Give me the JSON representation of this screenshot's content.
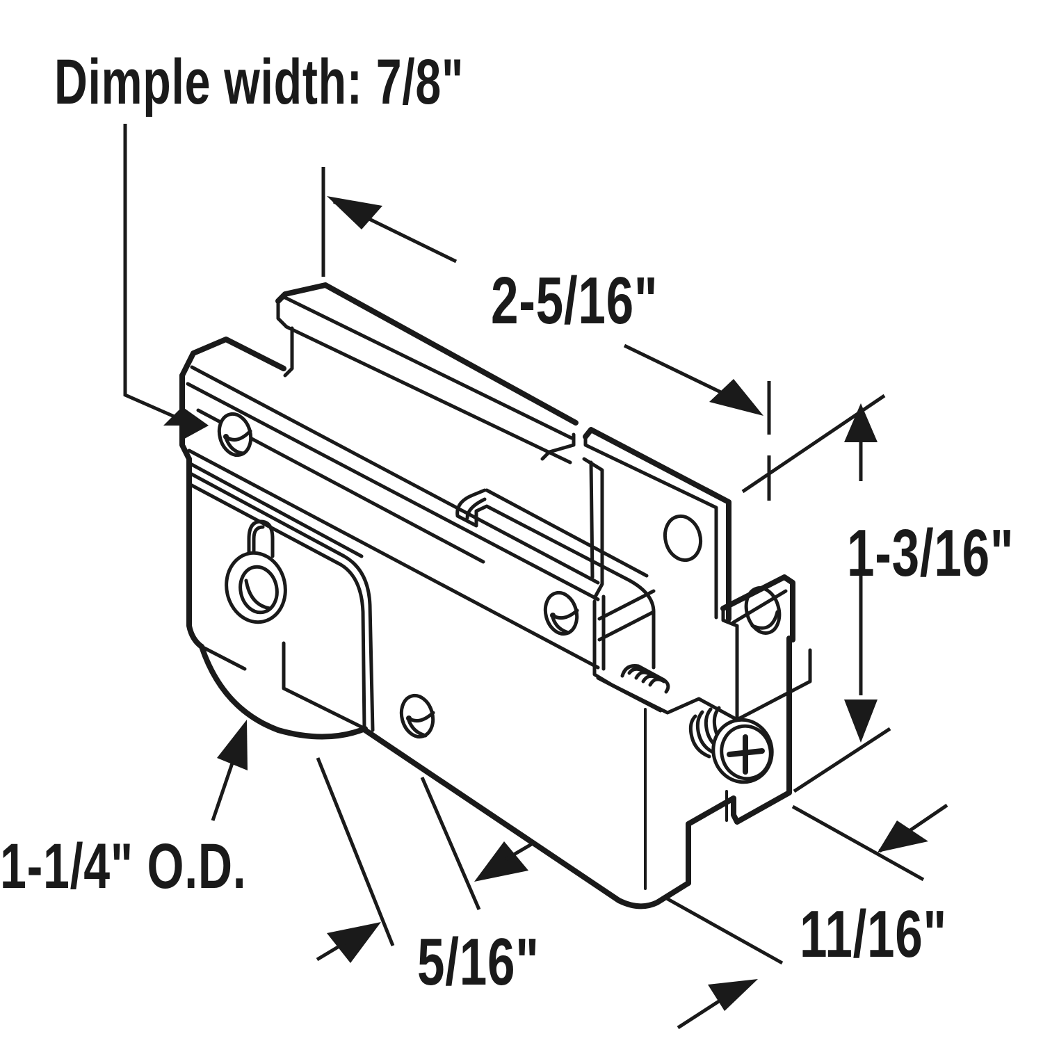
{
  "diagram": {
    "subject": "Sliding door roller assembly",
    "line_color": "#1a1a1a",
    "background_color": "#ffffff"
  },
  "dimensions": {
    "dimple_width": "Dimple width: 7/8\"",
    "housing_length": "2-5/16\"",
    "housing_height": "1-3/16\"",
    "wheel_diameter": "1-1/4\" O.D.",
    "wheel_tread_width": "5/16\"",
    "housing_width": "11/16\""
  },
  "parts": [
    {
      "name": "housing",
      "label": ""
    },
    {
      "name": "roller-wheel",
      "label": ""
    },
    {
      "name": "axle-rivet",
      "label": ""
    },
    {
      "name": "adjustment-screw",
      "label": ""
    },
    {
      "name": "spring",
      "label": ""
    },
    {
      "name": "top-rail",
      "label": ""
    },
    {
      "name": "mounting-tab",
      "label": ""
    }
  ]
}
